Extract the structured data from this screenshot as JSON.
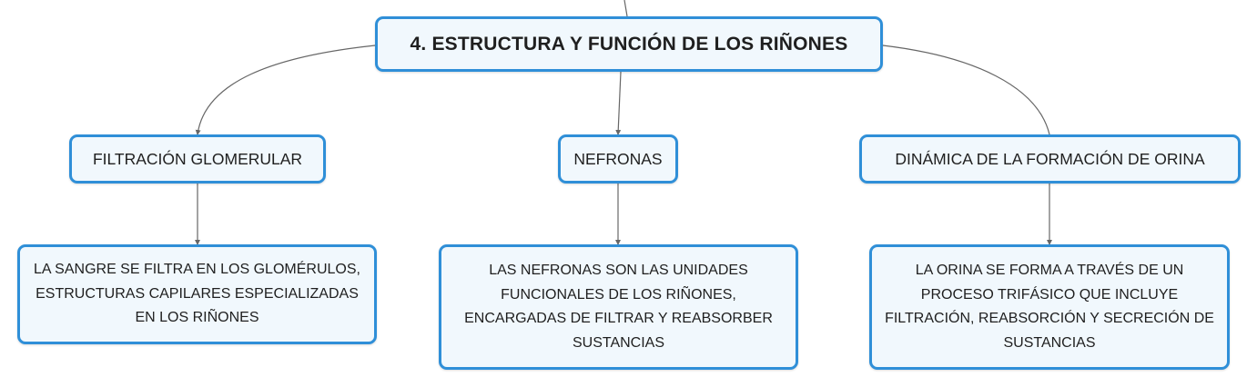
{
  "root": {
    "title": "4. ESTRUCTURA Y FUNCIÓN DE LOS RIÑONES"
  },
  "categories": [
    {
      "label": "FILTRACIÓN GLOMERULAR",
      "detail_lines": [
        "LA SANGRE SE FILTRA EN LOS GLOMÉRULOS,",
        "ESTRUCTURAS CAPILARES ESPECIALIZADAS",
        "EN LOS RIÑONES"
      ]
    },
    {
      "label": "NEFRONAS",
      "detail_lines": [
        "LAS NEFRONAS SON LAS UNIDADES",
        "FUNCIONALES DE LOS RIÑONES,",
        "ENCARGADAS DE FILTRAR Y REABSORBER",
        "SUSTANCIAS"
      ]
    },
    {
      "label": "DINÁMICA DE LA FORMACIÓN DE ORINA",
      "detail_lines": [
        "LA ORINA SE FORMA A TRAVÉS DE UN",
        "PROCESO TRIFÁSICO QUE INCLUYE",
        "FILTRACIÓN, REABSORCIÓN Y SECRECIÓN DE",
        "SUSTANCIAS"
      ]
    }
  ],
  "colors": {
    "node_border": "#2f8fd8",
    "node_fill": "#f1f8fd",
    "connector": "#666666",
    "text": "#1f1f1f"
  }
}
